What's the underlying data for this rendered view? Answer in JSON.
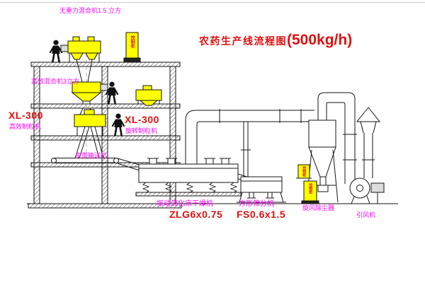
{
  "title": {
    "main": "农药生产线流程图",
    "capacity": "(500kg/h)"
  },
  "labels": {
    "top_mixer": "无重力混合机1.5 立方",
    "mixer2": "高效混合机3立方",
    "granulator_left_model": "XL-300",
    "granulator_left_name": "高效制粒机",
    "granulator_right_model": "XL-300",
    "granulator_right_name": "旋转制粒机",
    "belt_conveyor": "皮带输送机",
    "dryer_name": "振动流化床干燥机",
    "dryer_model": "ZLG6x0.75",
    "sifter_name": "方形筛分机",
    "sifter_model": "FS0.6x1.5",
    "cyclone_name": "旋风除尘器",
    "fan_name": "引风机",
    "cabinet_text": "控制柜"
  },
  "colors": {
    "label_red": "#e01010",
    "label_magenta": "#ff00ff",
    "equipment_yellow": "#ffff00"
  }
}
